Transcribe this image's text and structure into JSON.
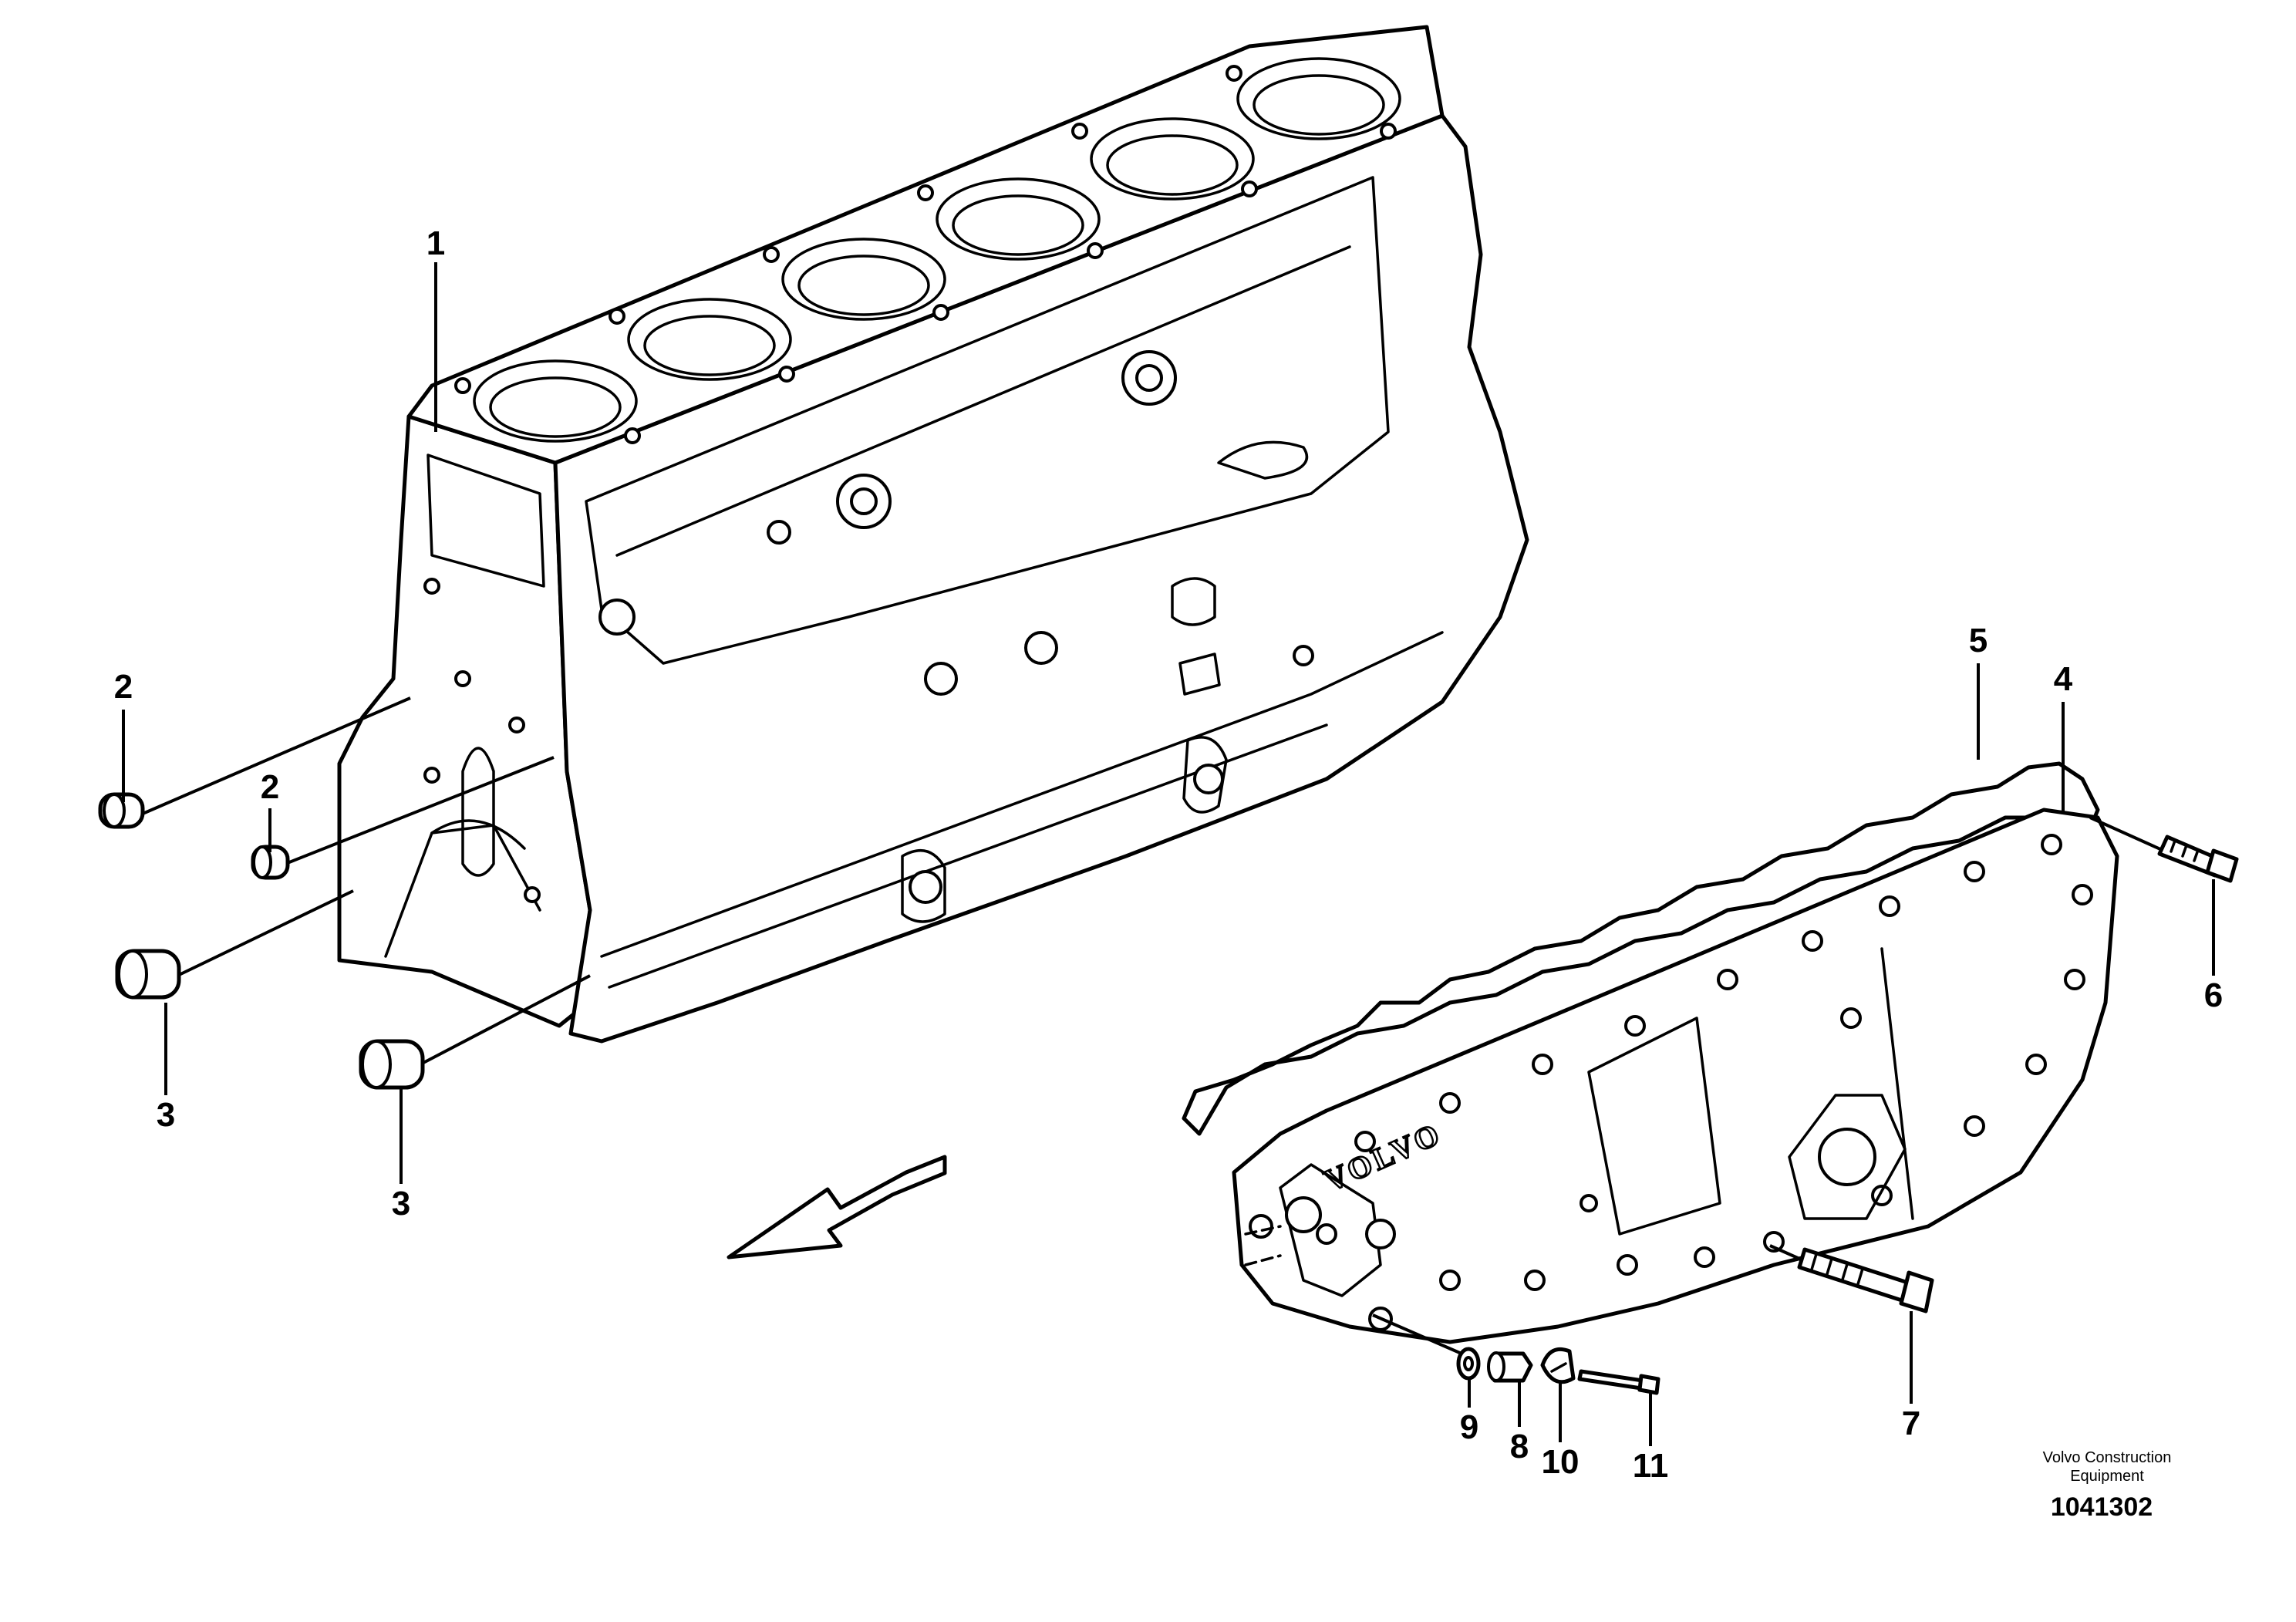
{
  "callouts": [
    {
      "id": "1",
      "label": "1"
    },
    {
      "id": "2a",
      "label": "2"
    },
    {
      "id": "2b",
      "label": "2"
    },
    {
      "id": "3a",
      "label": "3"
    },
    {
      "id": "3b",
      "label": "3"
    },
    {
      "id": "4",
      "label": "4"
    },
    {
      "id": "5",
      "label": "5"
    },
    {
      "id": "6",
      "label": "6"
    },
    {
      "id": "7",
      "label": "7"
    },
    {
      "id": "8",
      "label": "8"
    },
    {
      "id": "9",
      "label": "9"
    },
    {
      "id": "10",
      "label": "10"
    },
    {
      "id": "11",
      "label": "11"
    }
  ],
  "cover_brand": "VOLVO",
  "credit": {
    "line1": "Volvo Construction",
    "line2": "Equipment"
  },
  "document_number": "1041302"
}
